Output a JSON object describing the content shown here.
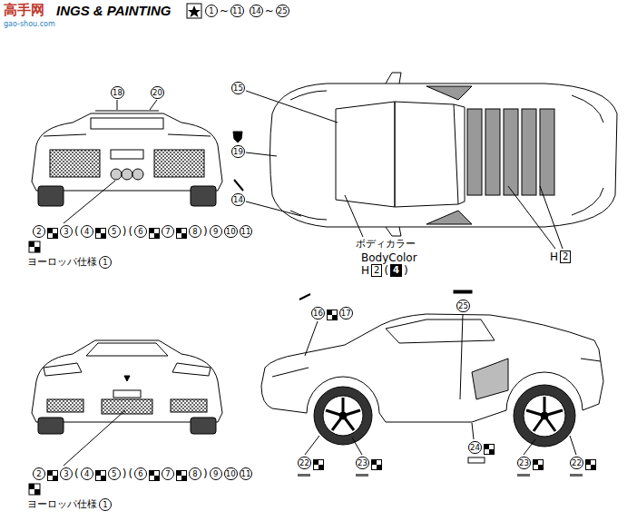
{
  "diagram": {
    "title": "INGS & PAINTING",
    "labels": [
      "高手网",
      "gao-shou.com",
      "1",
      "~",
      "11",
      "14",
      "~",
      "25",
      "18",
      "20",
      "2",
      "3",
      "(",
      "4",
      "5",
      ")",
      "(",
      "6",
      "7",
      "8",
      ")",
      "9",
      "10",
      "11",
      "ヨーロッパ仕様",
      "1",
      "15",
      "19",
      "14",
      "ボディカラー",
      "BodyColor",
      "H",
      "2",
      "(",
      "4",
      ")",
      "H",
      "2",
      "16",
      "17",
      "25",
      "22",
      "23",
      "24",
      "23",
      "22",
      "2",
      "3",
      "(",
      "4",
      "5",
      ")",
      "(",
      "6",
      "7",
      "8",
      ")",
      "9",
      "10",
      "11",
      "ヨーロッパ仕様",
      "1"
    ]
  }
}
